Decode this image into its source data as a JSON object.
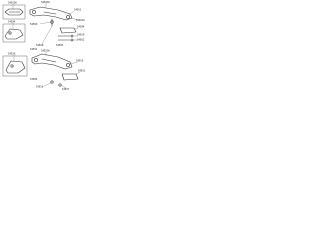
{
  "diagram": {
    "callouts": [
      "54550A",
      "54560A",
      "54551",
      "54563A",
      "54580",
      "54584",
      "54559",
      "54562",
      "54566",
      "54584",
      "54581",
      "54551",
      "54556",
      "54550A",
      "54555",
      "54551",
      "54559",
      "54557",
      "54584"
    ]
  }
}
